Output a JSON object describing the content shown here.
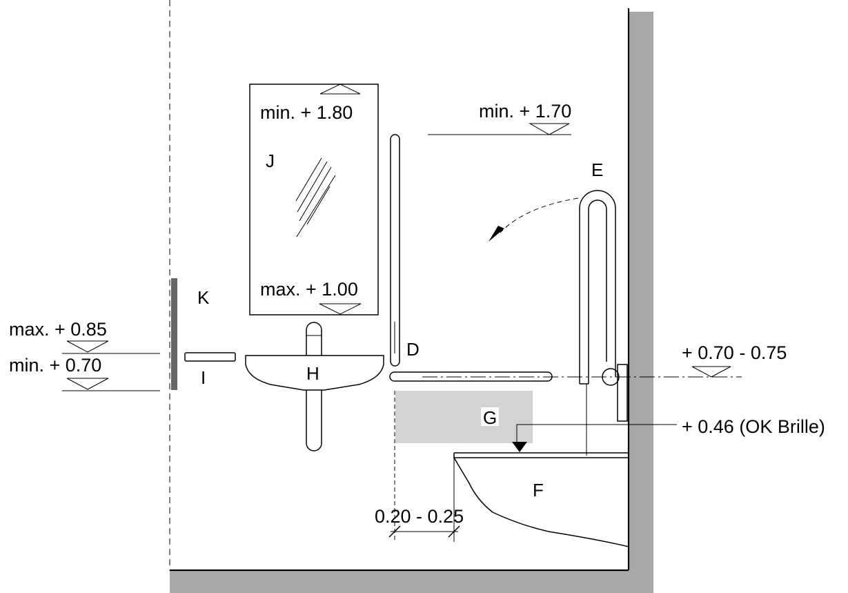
{
  "labels": {
    "J": "J",
    "K": "K",
    "D": "D",
    "E": "E",
    "H": "H",
    "I": "I",
    "G": "G",
    "F": "F"
  },
  "heights": {
    "mirror_top": "min.  + 1.80",
    "mirror_bottom": "max. + 1.00",
    "grab_bar_top": "min. + 1.70",
    "switch_max": "max. + 0.85",
    "switch_min": "min.  + 0.70",
    "handrail": "+ 0.70 - 0.75",
    "seat": "+ 0.46 (OK Brille)"
  },
  "dimensions": {
    "front_clearance": "0.20 - 0.25"
  },
  "colors": {
    "wall_shade": "#a8a8a7",
    "panel_K": "#67676a",
    "zone_G": "#d3d3d3",
    "line": "#000000"
  }
}
